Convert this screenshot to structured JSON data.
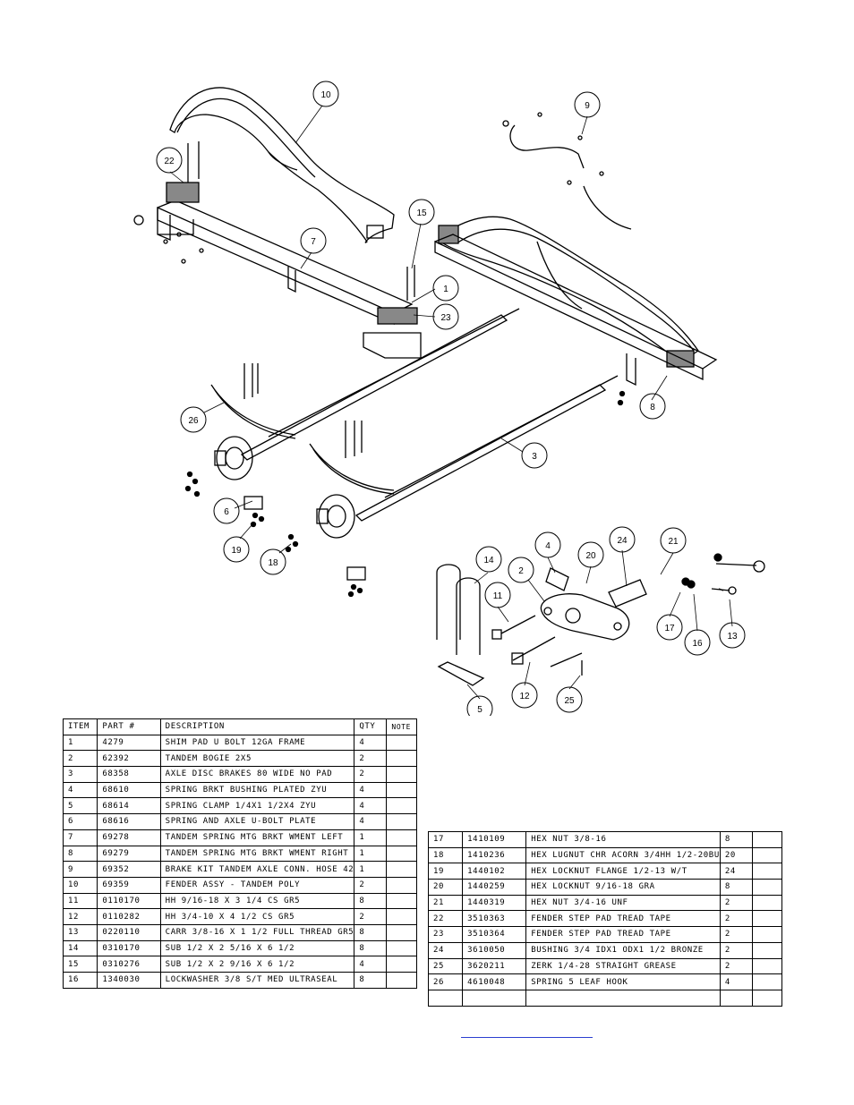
{
  "callouts": [
    "10",
    "22",
    "7",
    "15",
    "1",
    "23",
    "9",
    "26",
    "8",
    "3",
    "6",
    "19",
    "18",
    "14",
    "4",
    "20",
    "24",
    "21",
    "2",
    "11",
    "17",
    "16",
    "13",
    "12",
    "25",
    "5"
  ],
  "table_header": {
    "item": "ITEM",
    "part": "PART #",
    "description": "DESCRIPTION",
    "qty": "QTY",
    "note": "NOTE"
  },
  "parts_left": [
    {
      "item": "1",
      "part": "4279",
      "description": "SHIM PAD   U BOLT 12GA FRAME",
      "qty": "4",
      "note": ""
    },
    {
      "item": "2",
      "part": "62392",
      "description": "TANDEM BOGIE   2X5",
      "qty": "2",
      "note": ""
    },
    {
      "item": "3",
      "part": "68358",
      "description": "AXLE DISC BRAKES 80 WIDE NO PAD",
      "qty": "2",
      "note": ""
    },
    {
      "item": "4",
      "part": "68610",
      "description": "SPRING BRKT BUSHING PLATED ZYU",
      "qty": "4",
      "note": ""
    },
    {
      "item": "5",
      "part": "68614",
      "description": "SPRING CLAMP   1/4X1 1/2X4  ZYU",
      "qty": "4",
      "note": ""
    },
    {
      "item": "6",
      "part": "68616",
      "description": "SPRING AND AXLE U-BOLT PLATE",
      "qty": "4",
      "note": ""
    },
    {
      "item": "7",
      "part": "69278",
      "description": "TANDEM SPRING MTG BRKT WMENT LEFT",
      "qty": "1",
      "note": ""
    },
    {
      "item": "8",
      "part": "69279",
      "description": "TANDEM SPRING MTG BRKT WMENT RIGHT",
      "qty": "1",
      "note": ""
    },
    {
      "item": "9",
      "part": "69352",
      "description": "BRAKE KIT TANDEM AXLE CONN. HOSE 42",
      "qty": "1",
      "note": ""
    },
    {
      "item": "10",
      "part": "69359",
      "description": "FENDER ASSY - TANDEM POLY",
      "qty": "2",
      "note": ""
    },
    {
      "item": "11",
      "part": "0110170",
      "description": "HH 9/16-18 X 3 1/4 CS GR5",
      "qty": "8",
      "note": ""
    },
    {
      "item": "12",
      "part": "0110282",
      "description": "HH 3/4-10 X 4 1/2 CS GR5",
      "qty": "2",
      "note": ""
    },
    {
      "item": "13",
      "part": "0220110",
      "description": "CARR 3/8-16 X 1 1/2 FULL THREAD GR5",
      "qty": "8",
      "note": ""
    },
    {
      "item": "14",
      "part": "0310170",
      "description": "SUB 1/2 X 2 5/16 X 6 1/2",
      "qty": "8",
      "note": ""
    },
    {
      "item": "15",
      "part": "0310276",
      "description": "SUB 1/2 X 2 9/16 X 6 1/2",
      "qty": "4",
      "note": ""
    },
    {
      "item": "16",
      "part": "1340030",
      "description": "LOCKWASHER 3/8 S/T MED ULTRASEAL",
      "qty": "8",
      "note": ""
    }
  ],
  "parts_right": [
    {
      "item": "17",
      "part": "1410109",
      "description": "HEX NUT 3/8-16",
      "qty": "8",
      "note": ""
    },
    {
      "item": "18",
      "part": "1410236",
      "description": "HEX LUGNUT CHR ACORN 3/4HH 1/2-20BU",
      "qty": "20",
      "note": ""
    },
    {
      "item": "19",
      "part": "1440102",
      "description": "HEX LOCKNUT FLANGE 1/2-13 W/T",
      "qty": "24",
      "note": ""
    },
    {
      "item": "20",
      "part": "1440259",
      "description": "HEX LOCKNUT 9/16-18 GRA",
      "qty": "8",
      "note": ""
    },
    {
      "item": "21",
      "part": "1440319",
      "description": "HEX NUT 3/4-16 UNF",
      "qty": "2",
      "note": ""
    },
    {
      "item": "22",
      "part": "3510363",
      "description": "FENDER STEP PAD TREAD TAPE",
      "qty": "2",
      "note": ""
    },
    {
      "item": "23",
      "part": "3510364",
      "description": "FENDER STEP PAD TREAD TAPE",
      "qty": "2",
      "note": ""
    },
    {
      "item": "24",
      "part": "3610050",
      "description": "BUSHING  3/4 IDX1 ODX1 1/2 BRONZE",
      "qty": "2",
      "note": ""
    },
    {
      "item": "25",
      "part": "3620211",
      "description": "ZERK  1/4-28 STRAIGHT GREASE",
      "qty": "2",
      "note": ""
    },
    {
      "item": "26",
      "part": "4610048",
      "description": "SPRING  5 LEAF HOOK",
      "qty": "4",
      "note": ""
    },
    {
      "item": "",
      "part": "",
      "description": "",
      "qty": "",
      "note": ""
    }
  ]
}
